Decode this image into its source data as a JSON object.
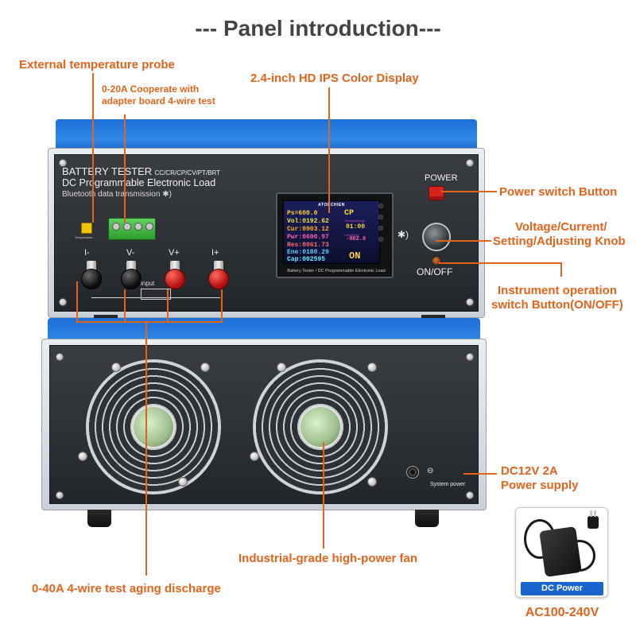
{
  "title": "--- Panel introduction---",
  "callouts": {
    "temp_probe": "External temperature probe",
    "four_wire_line1": "0-20A Cooperate with",
    "four_wire_line2": "adapter board 4-wire test",
    "display": "2.4-inch HD IPS Color Display",
    "power_switch": "Power switch Button",
    "knob_line1": "Voltage/Current/",
    "knob_line2": "Setting/Adjusting Knob",
    "onoff_line1": "Instrument operation",
    "onoff_line2": "switch Button(ON/OFF)",
    "dc_line1": "DC12V 2A",
    "dc_line2": "Power supply",
    "fan": "Industrial-grade high-power fan",
    "aging": "0-40A 4-wire test aging discharge"
  },
  "device": {
    "brand_line1": "BATTERY TESTER",
    "brand_modes": "CC/CR/CP/CV/PT/BRT",
    "brand_line2": "DC Programmable Electronic Load",
    "brand_line3": "Bluetooth data transmission",
    "power_label": "POWER",
    "onoff_label": "ON/OFF",
    "input_label": "input",
    "system_power": "System power",
    "terminals": [
      "I-",
      "V-",
      "V+",
      "I+"
    ],
    "screen": {
      "brand": "ATORCHIEN",
      "ps": "Ps=600.0",
      "mode": "CP",
      "vol": "Vol:0192.62",
      "cur": "Cur:0003.12",
      "pwr": "Pwr:0600.97",
      "res": "Res:0061.73",
      "ene": "Ene:0180.29",
      "cap": "Cap:002595",
      "time": "01:00",
      "state": "ON",
      "small1": "Timedischarge",
      "small2": "CutOffVolt",
      "small3": "-002.0",
      "caption": "Battery Tester / DC Programmable Electronic Load"
    }
  },
  "dc_power": {
    "label": "DC Power",
    "ac_range": "AC100-240V"
  },
  "colors": {
    "accent": "#e2631a",
    "chassis_blue": "#2f8ae8",
    "panel": "#2c2f33"
  }
}
